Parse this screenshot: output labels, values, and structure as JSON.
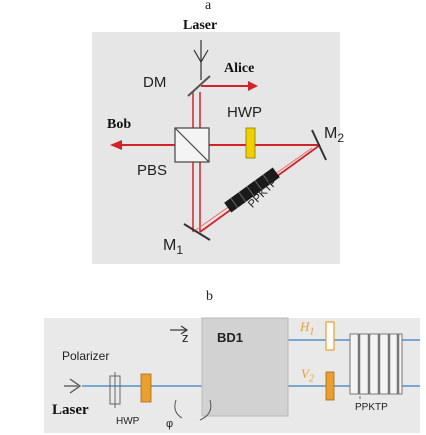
{
  "panel_a": {
    "label": "a",
    "laser": "Laser",
    "alice": "Alice",
    "dm": "DM",
    "hwp": "HWP",
    "bob": "Bob",
    "m2_letter": "M",
    "m2_sub": "2",
    "pbs": "PBS",
    "ppktp": "PPKTP",
    "m1_letter": "M",
    "m1_sub": "1"
  },
  "panel_b": {
    "label": "b",
    "z": "z",
    "bd1": "BD1",
    "h1_letter": "H",
    "h1_sub": "1",
    "v2_letter": "V",
    "v2_sub": "2",
    "polarizer": "Polarizer",
    "laser": "Laser",
    "hwp": "HWP",
    "phi": "φ",
    "ppktp": "PPKTP"
  },
  "colors": {
    "background_a": "#e6e6e6",
    "background_b": "#e9e9e9",
    "beam_red": "#d2232a",
    "beam_blue": "#3a7fc1",
    "hwp_yellow": "#f0d000",
    "hwp_orange": "#e8a030"
  }
}
